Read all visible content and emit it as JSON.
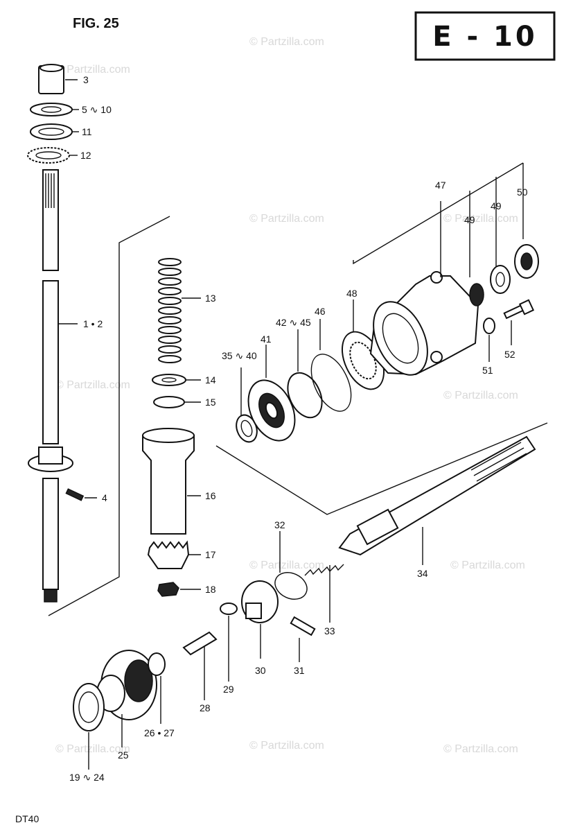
{
  "figure_title": "FIG. 25",
  "section_code": "E - 10",
  "model": "DT40",
  "watermark": "© Partzilla.com",
  "callouts": {
    "p3": "3",
    "p5_10": "5 ∿ 10",
    "p11": "11",
    "p12": "12",
    "p1_2": "1 • 2",
    "p4": "4",
    "p13": "13",
    "p14": "14",
    "p15": "15",
    "p16": "16",
    "p17": "17",
    "p18": "18",
    "p19_24": "19 ∿ 24",
    "p25": "25",
    "p26_27": "26 • 27",
    "p28": "28",
    "p29": "29",
    "p30": "30",
    "p31": "31",
    "p32": "32",
    "p33": "33",
    "p34": "34",
    "p35_40": "35 ∿ 40",
    "p41": "41",
    "p42_45": "42 ∿ 45",
    "p46": "46",
    "p47": "47",
    "p48": "48",
    "p49a": "49",
    "p49b": "49",
    "p50": "50",
    "p51": "51",
    "p52": "52"
  }
}
